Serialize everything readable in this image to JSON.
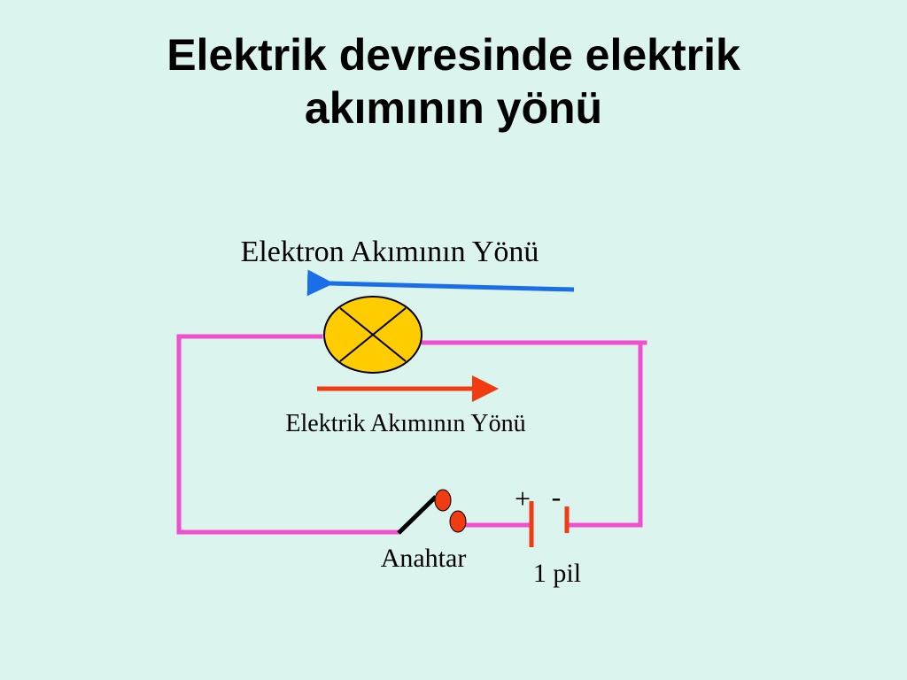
{
  "slide": {
    "title_line1": "Elektrik devresinde elektrik",
    "title_line2": "akımının yönü"
  },
  "labels": {
    "electron_flow": "Elektron Akımının Yönü",
    "current_flow": "Elektrik Akımının Yönü",
    "switch": "Anahtar",
    "battery": "1 pil",
    "plus": "+",
    "minus": "-"
  },
  "colors": {
    "background": "#dcf4ee",
    "wire": "#f050d0",
    "lamp_fill": "#ffcc00",
    "electron_arrow": "#1a6ee8",
    "current_arrow": "#f03c10",
    "battery_plate": "#f03c10",
    "switch_contact": "#f03c10"
  },
  "icons": {
    "lamp": "lamp-icon",
    "switch": "switch-icon",
    "battery": "battery-icon"
  }
}
